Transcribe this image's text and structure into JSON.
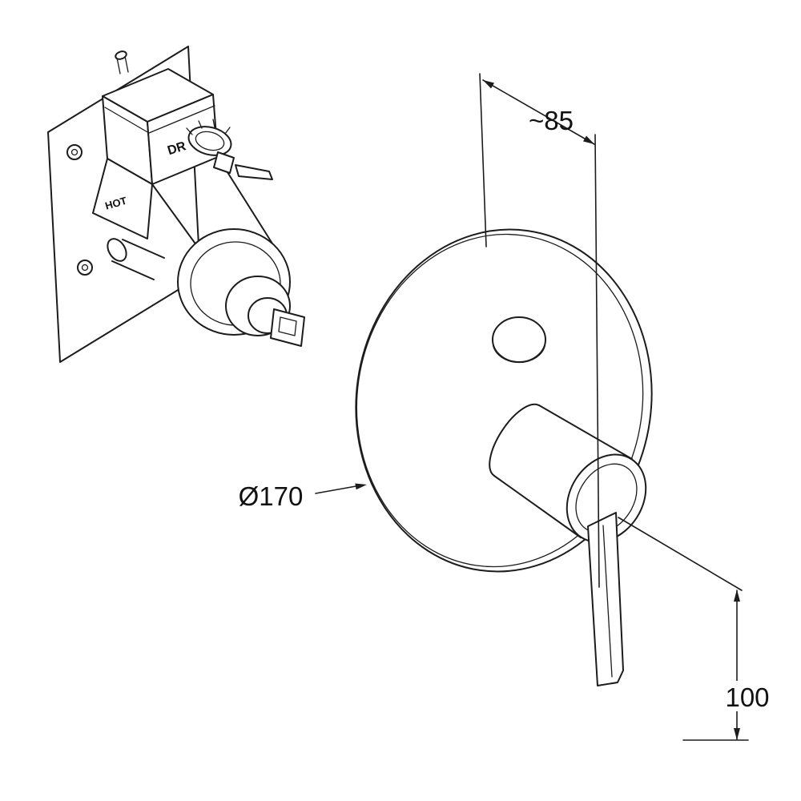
{
  "valve_markings": {
    "dr": "DR",
    "hot": "HOT"
  },
  "dimensions": {
    "plate_offset": "~85",
    "plate_diameter": "Ø170",
    "handle_length": "100"
  }
}
